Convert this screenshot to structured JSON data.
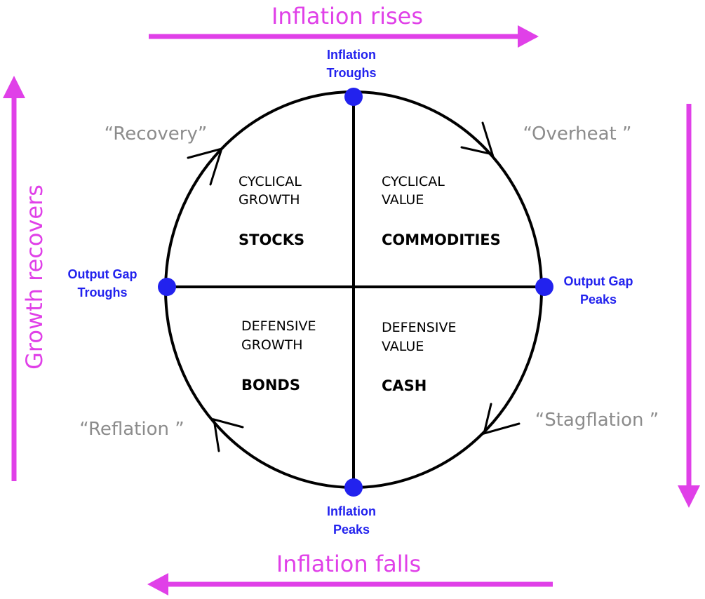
{
  "colors": {
    "accent": "#e040e8",
    "point": "#2222ee",
    "phase": "#8c8c8c",
    "ink": "#000000"
  },
  "edges": {
    "top": "Inflation rises",
    "bottom": "Inflation falls",
    "left": "Growth recovers"
  },
  "phases": {
    "recovery": "“Recovery”",
    "overheat": "“Overheat ”",
    "stagflation": "“Stagflation ”",
    "reflation": "“Reflation ”"
  },
  "points": {
    "top": [
      "Inflation",
      "Troughs"
    ],
    "bottom": [
      "Inflation",
      "Peaks"
    ],
    "left": [
      "Output Gap",
      "Troughs"
    ],
    "right": [
      "Output Gap",
      "Peaks"
    ]
  },
  "quadrants": {
    "top_left": {
      "style": [
        "CYCLICAL",
        "GROWTH"
      ],
      "asset": "STOCKS"
    },
    "top_right": {
      "style": [
        "CYCLICAL",
        "VALUE"
      ],
      "asset": "COMMODITIES"
    },
    "bottom_left": {
      "style": [
        "DEFENSIVE",
        "GROWTH"
      ],
      "asset": "BONDS"
    },
    "bottom_right": {
      "style": [
        "DEFENSIVE",
        "VALUE"
      ],
      "asset": "CASH"
    }
  }
}
